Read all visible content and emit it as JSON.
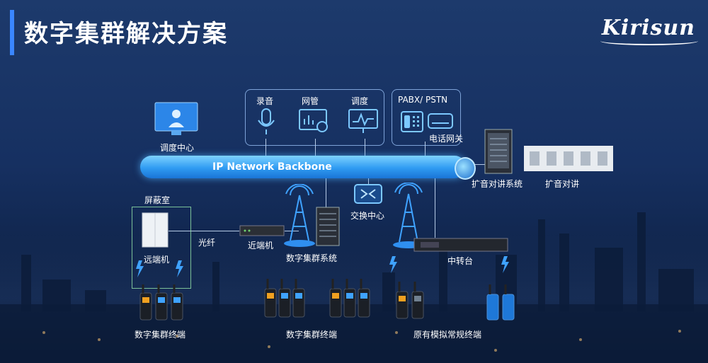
{
  "header": {
    "title": "数字集群解决方案",
    "logo_text": "Kirisun"
  },
  "backbone": {
    "label": "IP  Network Backbone"
  },
  "mgmt": {
    "record": "录音",
    "network": "网管",
    "dispatch": "调度"
  },
  "pabx": {
    "label": "PABX/ PSTN",
    "gateway": "电话网关"
  },
  "nodes": {
    "dispatch_center": "调度中心",
    "pa_system": "扩音对讲系统",
    "pa_intercom": "扩音对讲",
    "shield_room": "屏蔽室",
    "fiber": "光纤",
    "near_end": "近端机",
    "remote": "远端机",
    "switch_center": "交换中心",
    "trunk_system": "数字集群系统",
    "repeater": "中转台"
  },
  "terminals": {
    "left": "数字集群终端",
    "middle": "数字集群终端",
    "analog": "原有模拟常规终端"
  },
  "colors": {
    "accent": "#3a86ff",
    "backbone": "#2f9bf2",
    "bg": "#163061"
  }
}
